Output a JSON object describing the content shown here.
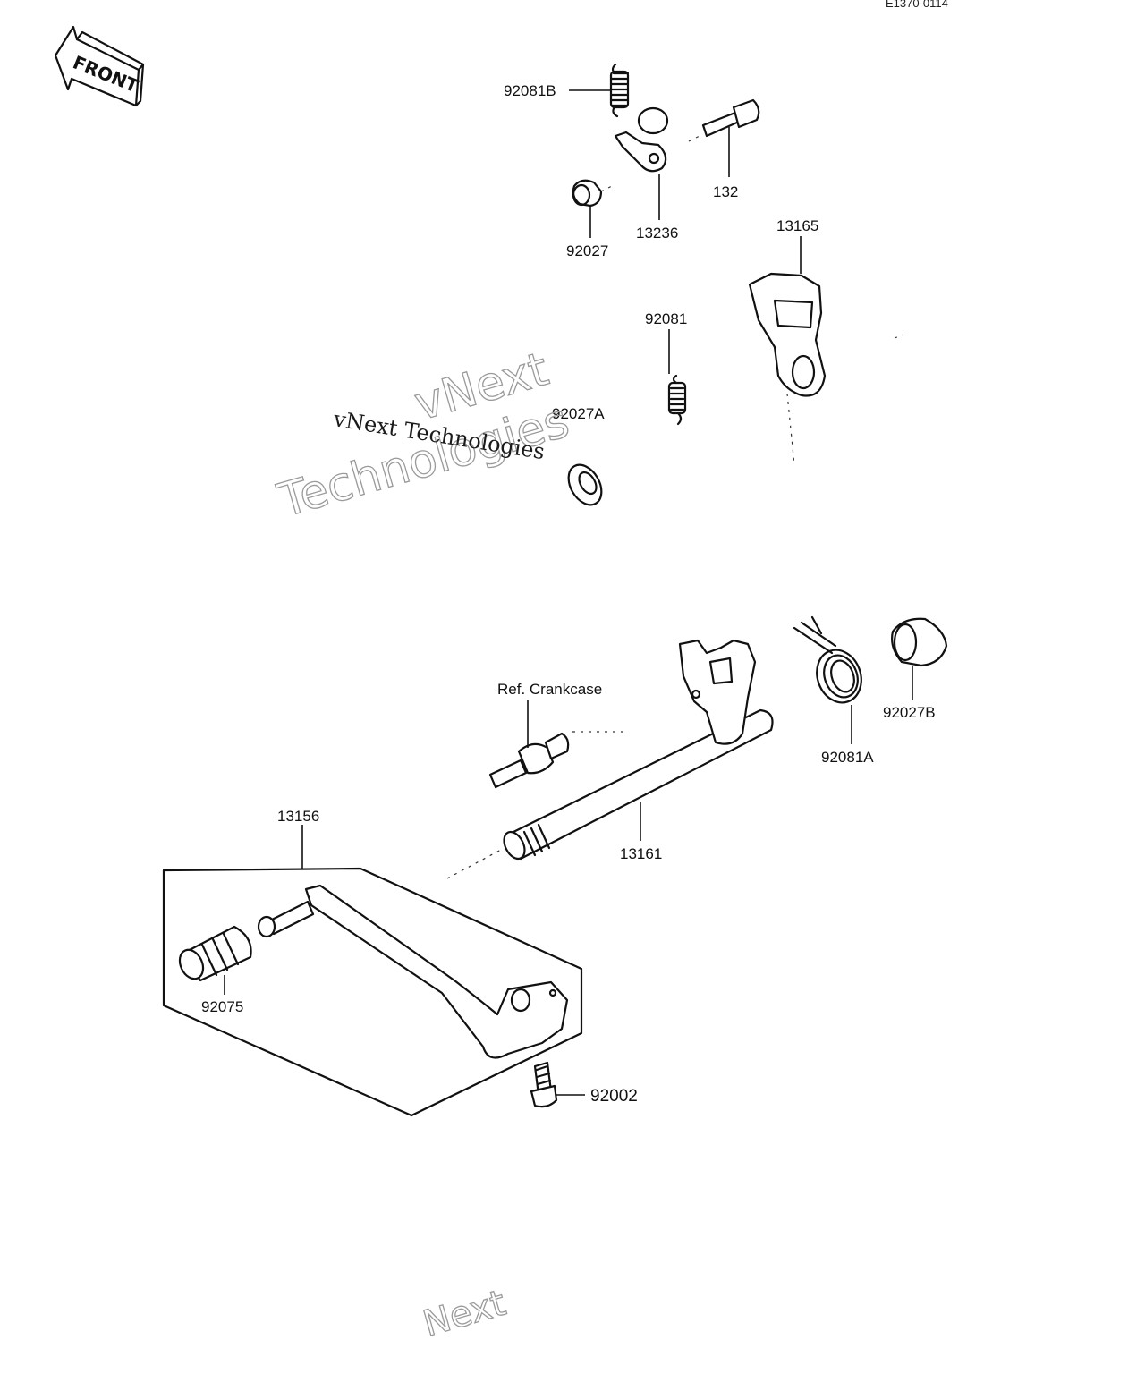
{
  "diagram_code": "E1370-0114",
  "direction_arrow": {
    "text": "FRONT"
  },
  "watermark": {
    "line1": "vNext",
    "line2": "Technologies",
    "inline_text": "vNext Technologies",
    "bottom_fragment": "Next"
  },
  "callouts": {
    "p92081B": "92081B",
    "p132": "132",
    "p13236": "13236",
    "p92027": "92027",
    "p13165": "13165",
    "p92081": "92081",
    "p92027A": "92027A",
    "ref_crankcase": "Ref. Crankcase",
    "p92081A": "92081A",
    "p92027B": "92027B",
    "p13161": "13161",
    "p13156": "13156",
    "p92075": "92075",
    "p92002": "92002"
  },
  "icons": [
    "front-arrow-icon",
    "spring-icon",
    "bolt-icon",
    "collar-icon",
    "shift-lever-icon",
    "shift-shaft-icon",
    "pedal-icon"
  ]
}
